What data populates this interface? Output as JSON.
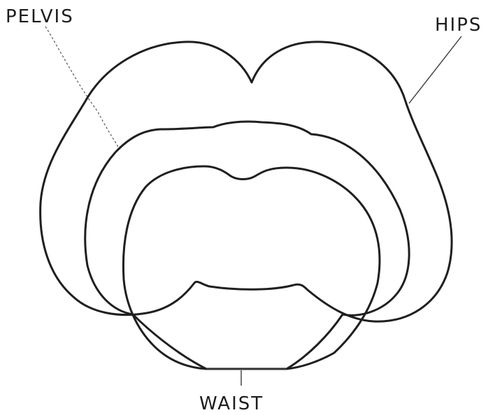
{
  "labels": {
    "pelvis": "PELVIS",
    "hips": "HIPS",
    "waist": "WAIST"
  },
  "colors": {
    "ink": "#1f1f1f",
    "background": "#ffffff"
  }
}
